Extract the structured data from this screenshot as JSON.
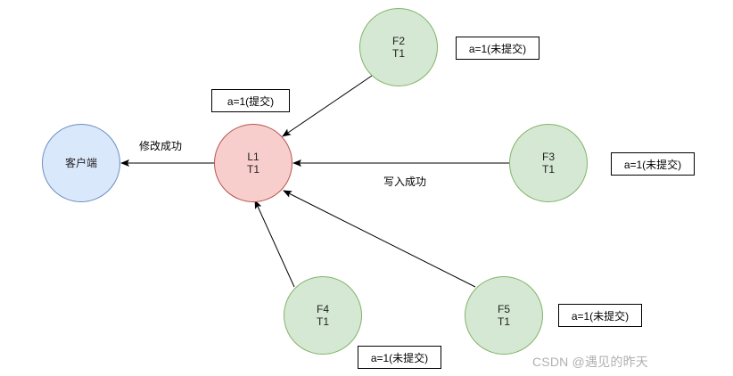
{
  "client": {
    "label": "客户端"
  },
  "leader": {
    "name": "L1",
    "term": "T1"
  },
  "followers": [
    {
      "id": "F2",
      "name": "F2",
      "term": "T1"
    },
    {
      "id": "F3",
      "name": "F3",
      "term": "T1"
    },
    {
      "id": "F4",
      "name": "F4",
      "term": "T1"
    },
    {
      "id": "F5",
      "name": "F5",
      "term": "T1"
    }
  ],
  "notes": {
    "leader": "a=1(提交)",
    "f2": "a=1(未提交)",
    "f3": "a=1(未提交)",
    "f4": "a=1(未提交)",
    "f5": "a=1(未提交)"
  },
  "edge_labels": {
    "modify_success": "修改成功",
    "write_success": "写入成功"
  },
  "watermark": "CSDN @遇见的昨天",
  "colors": {
    "follower_fill": "#d5e8d4",
    "follower_stroke": "#82b366",
    "leader_fill": "#f8cecc",
    "leader_stroke": "#b85450",
    "client_fill": "#dae8fc",
    "client_stroke": "#6c8ebf"
  }
}
